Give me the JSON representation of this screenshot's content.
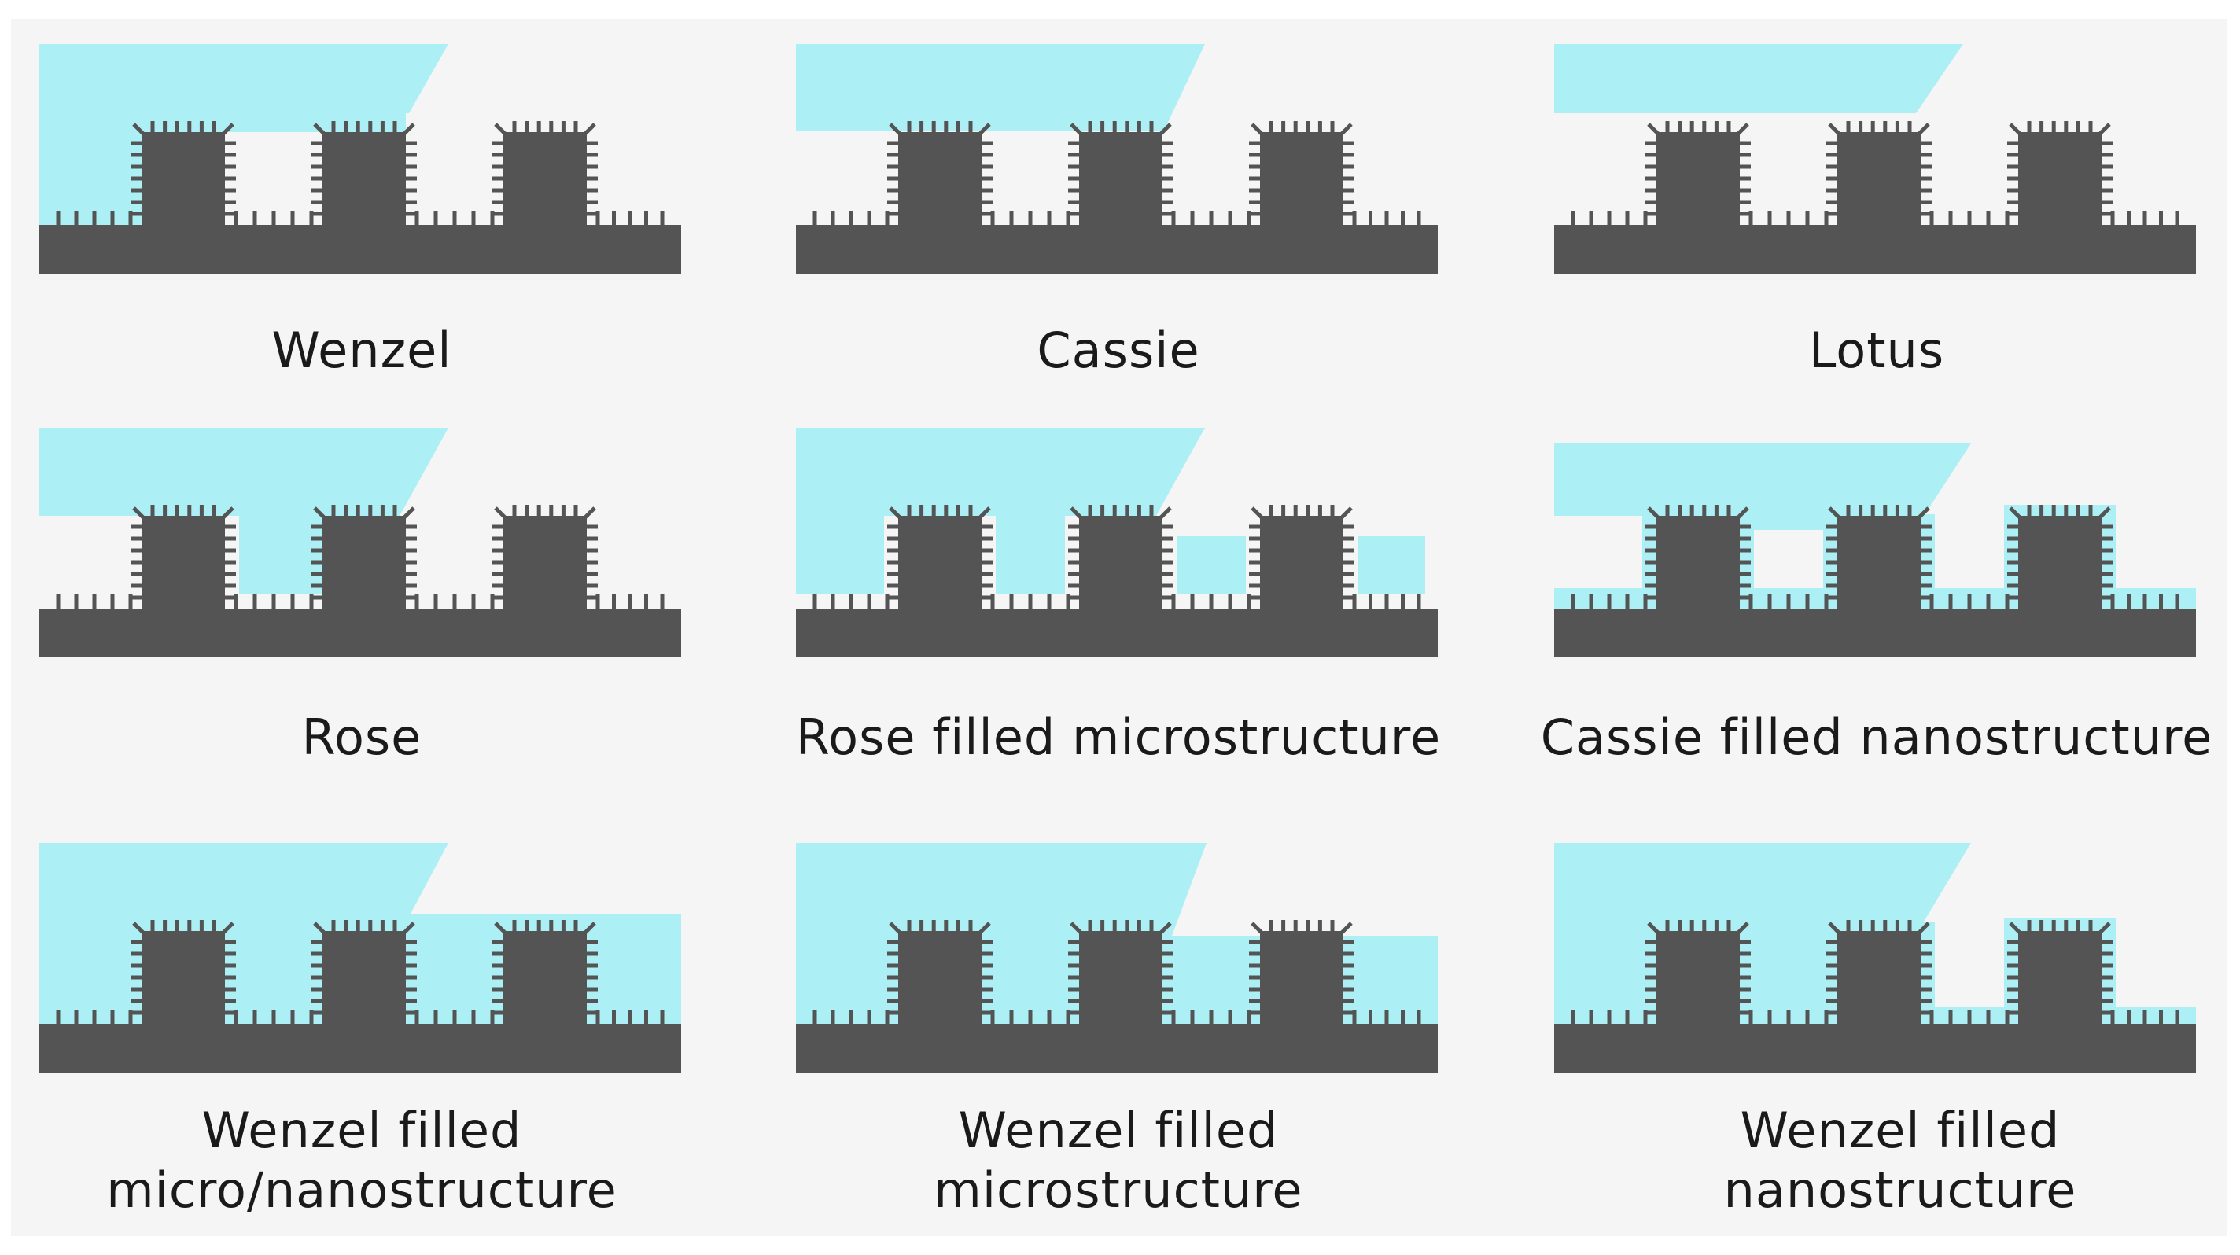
{
  "colors": {
    "substrate": "#545454",
    "water": "#acf0f5",
    "background": "#f5f5f5",
    "text": "#1a1a1a"
  },
  "states": [
    {
      "id": "wenzel",
      "label": "Wenzel",
      "wetting": "wenzel"
    },
    {
      "id": "cassie",
      "label": "Cassie",
      "wetting": "cassie"
    },
    {
      "id": "lotus",
      "label": "Lotus",
      "wetting": "lotus"
    },
    {
      "id": "rose",
      "label": "Rose",
      "wetting": "rose"
    },
    {
      "id": "rose-filled-micro",
      "label": "Rose filled microstructure",
      "wetting": "rose-filled-micro"
    },
    {
      "id": "cassie-filled-nano",
      "label": "Cassie filled nanostructure",
      "wetting": "cassie-filled-nano"
    },
    {
      "id": "wenzel-filled-micronano",
      "label": "Wenzel filled\nmicro/nanostructure",
      "wetting": "wenzel-filled-micronano"
    },
    {
      "id": "wenzel-filled-micro",
      "label": "Wenzel filled\nmicrostructure",
      "wetting": "wenzel-filled-micro"
    },
    {
      "id": "wenzel-filled-nano",
      "label": "Wenzel filled\nnanostructure",
      "wetting": "wenzel-filled-nano"
    }
  ]
}
